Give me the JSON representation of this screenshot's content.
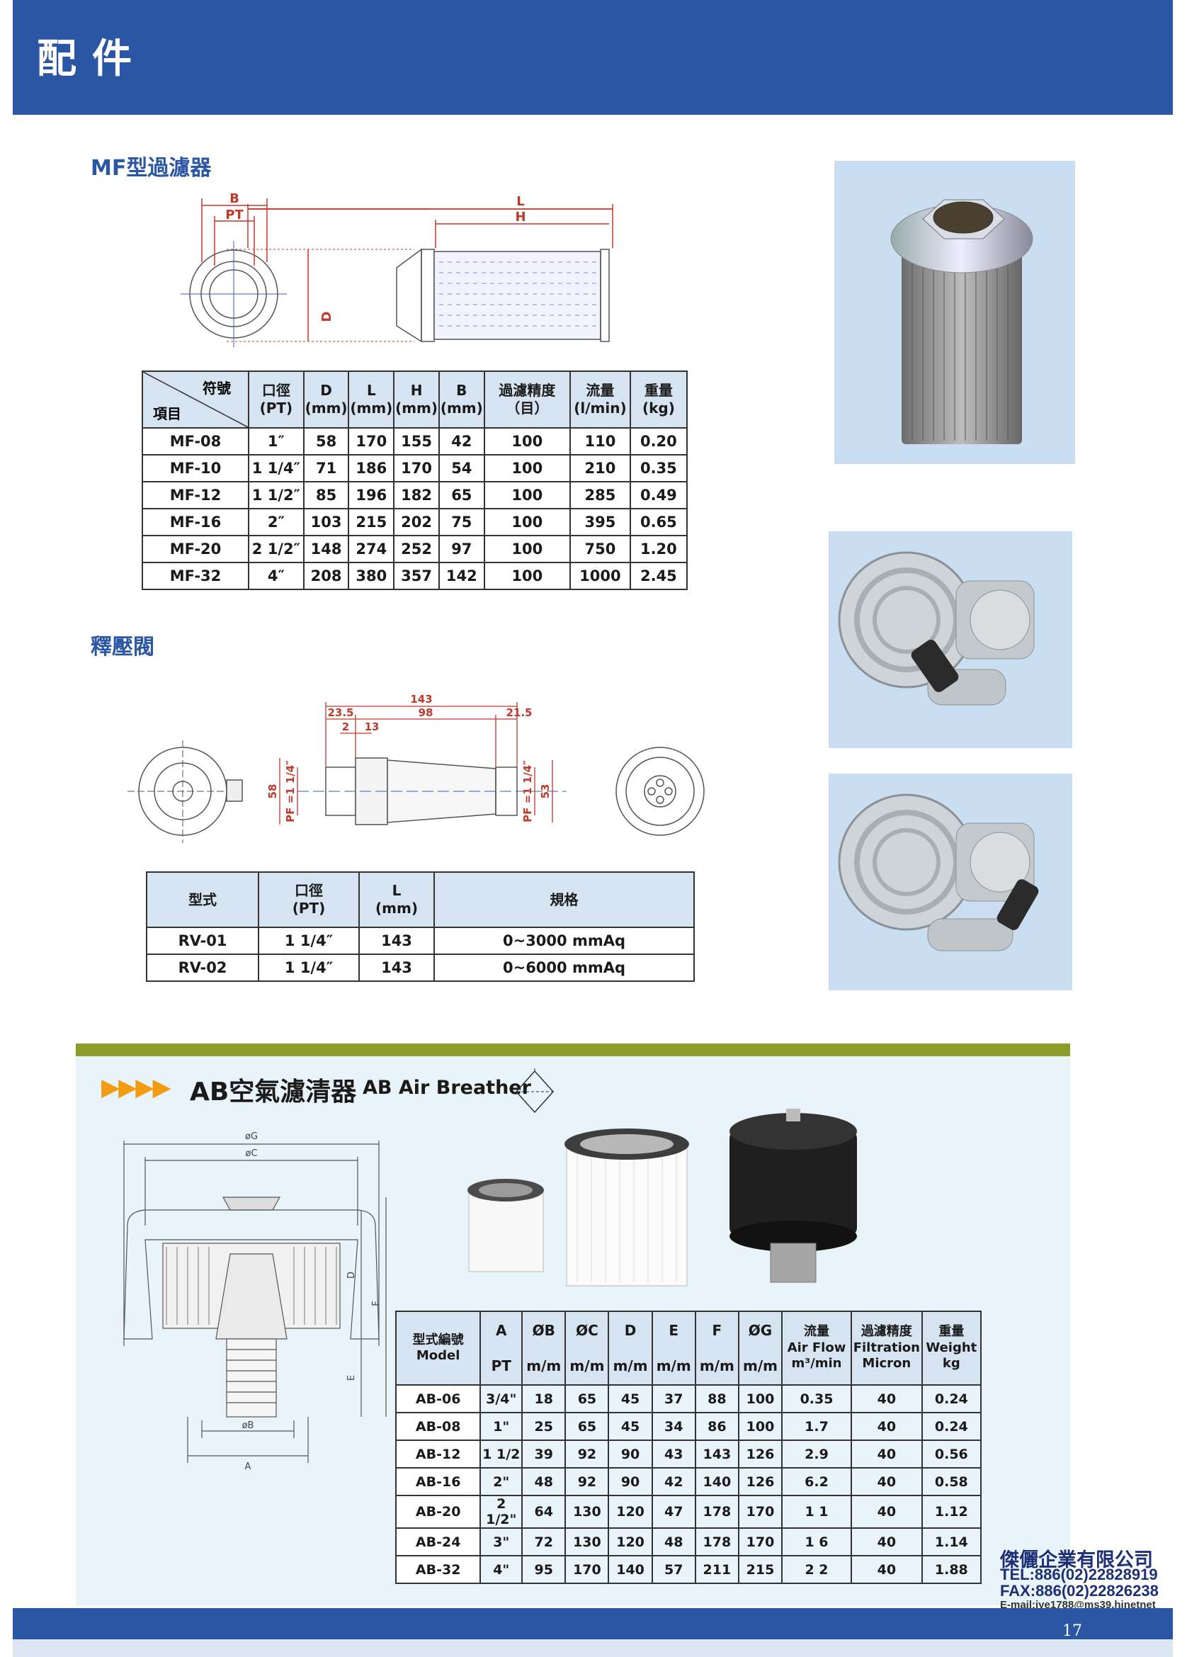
{
  "header": {
    "title": "配件"
  },
  "mf": {
    "title": "MF型過濾器",
    "diagram_labels": {
      "b": "B",
      "pt": "PT",
      "l": "L",
      "h": "H",
      "d": "D"
    },
    "table": {
      "corner_top": "符號",
      "corner_bottom": "項目",
      "headers": [
        [
          "口徑",
          "(PT)"
        ],
        [
          "D",
          "(mm)"
        ],
        [
          "L",
          "(mm)"
        ],
        [
          "H",
          "(mm)"
        ],
        [
          "B",
          "(mm)"
        ],
        [
          "過濾精度",
          "（目）"
        ],
        [
          "流量",
          "(l/min)"
        ],
        [
          "重量",
          "(kg)"
        ]
      ],
      "rows": [
        [
          "MF-08",
          "1″",
          "58",
          "170",
          "155",
          "42",
          "100",
          "110",
          "0.20"
        ],
        [
          "MF-10",
          "1 1/4″",
          "71",
          "186",
          "170",
          "54",
          "100",
          "210",
          "0.35"
        ],
        [
          "MF-12",
          "1 1/2″",
          "85",
          "196",
          "182",
          "65",
          "100",
          "285",
          "0.49"
        ],
        [
          "MF-16",
          "2″",
          "103",
          "215",
          "202",
          "75",
          "100",
          "395",
          "0.65"
        ],
        [
          "MF-20",
          "2 1/2″",
          "148",
          "274",
          "252",
          "97",
          "100",
          "750",
          "1.20"
        ],
        [
          "MF-32",
          "4″",
          "208",
          "380",
          "357",
          "142",
          "100",
          "1000",
          "2.45"
        ]
      ]
    }
  },
  "rv": {
    "title": "釋壓閥",
    "dims": {
      "total": "143",
      "left": "23.5",
      "mid": "98",
      "right": "21.5",
      "small_a": "2",
      "small_b": "13",
      "h_left": "58",
      "pf_left": "PF =1 1/4″",
      "pf_right": "PF =1 1/4″",
      "h_right": "53"
    },
    "table": {
      "headers": [
        [
          "型式"
        ],
        [
          "口徑",
          "(PT)"
        ],
        [
          "L",
          "(mm)"
        ],
        [
          "規格"
        ]
      ],
      "rows": [
        [
          "RV-01",
          "1 1/4″",
          "143",
          "0~3000 mmAq"
        ],
        [
          "RV-02",
          "1 1/4″",
          "143",
          "0~6000 mmAq"
        ]
      ]
    }
  },
  "ab": {
    "arrows": "▶▶▶▶",
    "title_cn": "AB空氣濾清器",
    "title_en": "AB Air Breather",
    "diagram_labels": {
      "g": "øG",
      "c": "øC",
      "d": "D",
      "f": "F",
      "e": "E",
      "b": "øB",
      "a": "A"
    },
    "table": {
      "headers": [
        [
          "型式編號",
          "Model"
        ],
        [
          "A",
          "PT"
        ],
        [
          "ØB",
          "m/m"
        ],
        [
          "ØC",
          "m/m"
        ],
        [
          "D",
          "m/m"
        ],
        [
          "E",
          "m/m"
        ],
        [
          "F",
          "m/m"
        ],
        [
          "ØG",
          "m/m"
        ],
        [
          "流量",
          "Air Flow",
          "m³/min"
        ],
        [
          "過濾精度",
          "Filtration",
          "Micron"
        ],
        [
          "重量",
          "Weight",
          "kg"
        ]
      ],
      "rows": [
        [
          "AB-06",
          "3/4\"",
          "18",
          "65",
          "45",
          "37",
          "88",
          "100",
          "0.35",
          "40",
          "0.24"
        ],
        [
          "AB-08",
          "1\"",
          "25",
          "65",
          "45",
          "34",
          "86",
          "100",
          "1.7",
          "40",
          "0.24"
        ],
        [
          "AB-12",
          "1 1/2",
          "39",
          "92",
          "90",
          "43",
          "143",
          "126",
          "2.9",
          "40",
          "0.56"
        ],
        [
          "AB-16",
          "2\"",
          "48",
          "92",
          "90",
          "42",
          "140",
          "126",
          "6.2",
          "40",
          "0.58"
        ],
        [
          "AB-20",
          "2 1/2\"",
          "64",
          "130",
          "120",
          "47",
          "178",
          "170",
          "1 1",
          "40",
          "1.12"
        ],
        [
          "AB-24",
          "3\"",
          "72",
          "130",
          "120",
          "48",
          "178",
          "170",
          "1 6",
          "40",
          "1.14"
        ],
        [
          "AB-32",
          "4\"",
          "95",
          "170",
          "140",
          "57",
          "211",
          "215",
          "2 2",
          "40",
          "1.88"
        ]
      ]
    }
  },
  "company": {
    "name": "傑儷企業有限公司",
    "tel": "TEL:886(02)22828919",
    "fax": "FAX:886(02)22826238",
    "email": "E-mail:jye1788@ms39.hinetnet"
  },
  "page_number": "17",
  "colors": {
    "brand_blue": "#2a56a4",
    "header_cell": "#d6e4f2",
    "photo_bg": "#c9dff1",
    "band_green": "#8d9d2a",
    "arrow_orange": "#f39c12",
    "dim_red": "#c0392b"
  }
}
